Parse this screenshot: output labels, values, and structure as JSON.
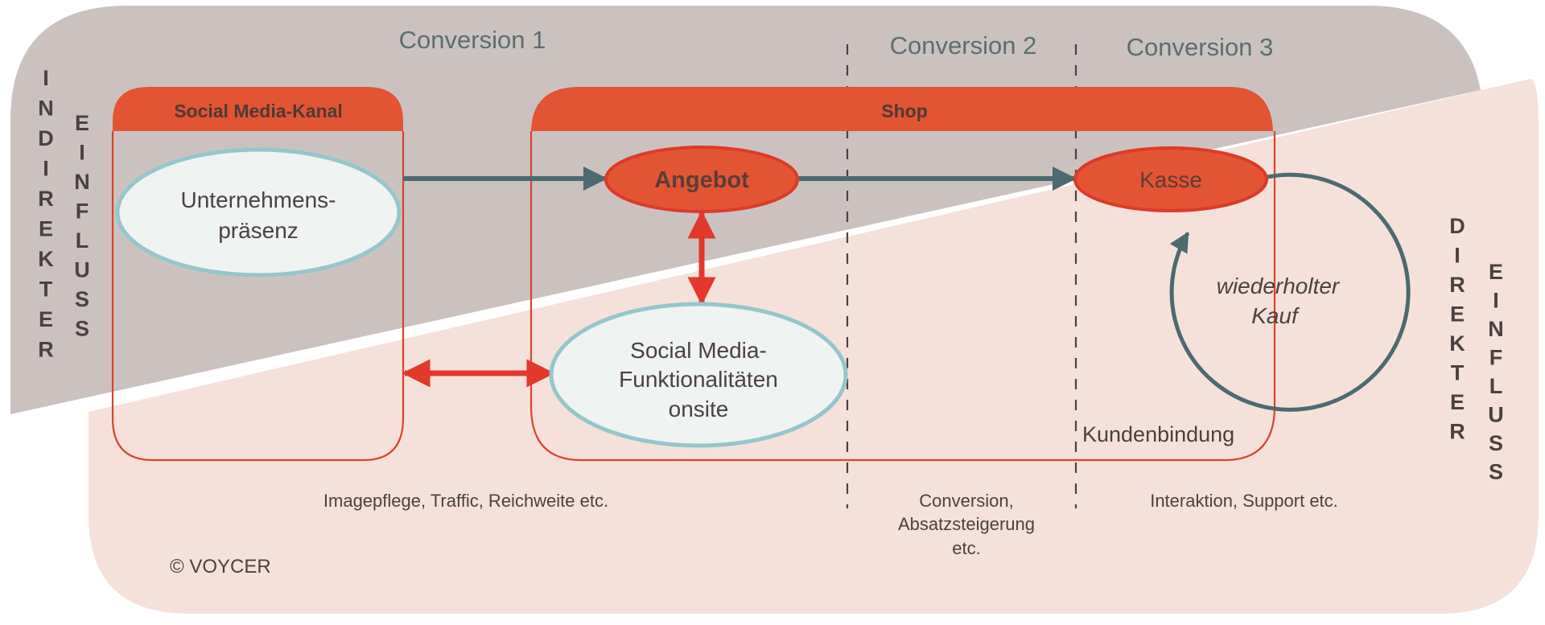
{
  "colors": {
    "indirect_bg": "#cbc2c0",
    "direct_bg": "#f6e1da",
    "accent_orange": "#e35433",
    "arrow_red": "#e2392b",
    "arrow_teal": "#4c6a6f",
    "node_fill_light": "#eff3f1",
    "node_stroke_light": "#95c6cc",
    "text_dark": "#4a4140",
    "conversion_text": "#5b6e70"
  },
  "conversions": [
    {
      "label": "Conversion 1"
    },
    {
      "label": "Conversion 2"
    },
    {
      "label": "Conversion 3"
    }
  ],
  "side_labels": {
    "left": {
      "line1": "INDIREKTER",
      "line2": "EINFLUSS"
    },
    "right": {
      "line1": "DIREKTER",
      "line2": "EINFLUSS"
    }
  },
  "containers": {
    "social_media": {
      "title": "Social Media-Kanal"
    },
    "shop": {
      "title": "Shop"
    }
  },
  "nodes": {
    "unternehmen": {
      "lines": [
        "Unternehmens-",
        "präsenz"
      ]
    },
    "angebot": {
      "label": "Angebot"
    },
    "kasse": {
      "label": "Kasse"
    },
    "funktionalitaeten": {
      "lines": [
        "Social Media-",
        "Funktionalitäten",
        "onsite"
      ]
    },
    "wiederholter_kauf": {
      "lines": [
        "wiederholter",
        "Kauf"
      ]
    }
  },
  "annotations": {
    "kundenbindung": "Kundenbindung",
    "conversion1_note": "Imagepflege, Traffic, Reichweite etc.",
    "conversion2_note": [
      "Conversion,",
      "Absatzsteigerung",
      "etc."
    ],
    "conversion3_note": "Interaktion, Support etc.",
    "copyright": "© VOYCER"
  }
}
